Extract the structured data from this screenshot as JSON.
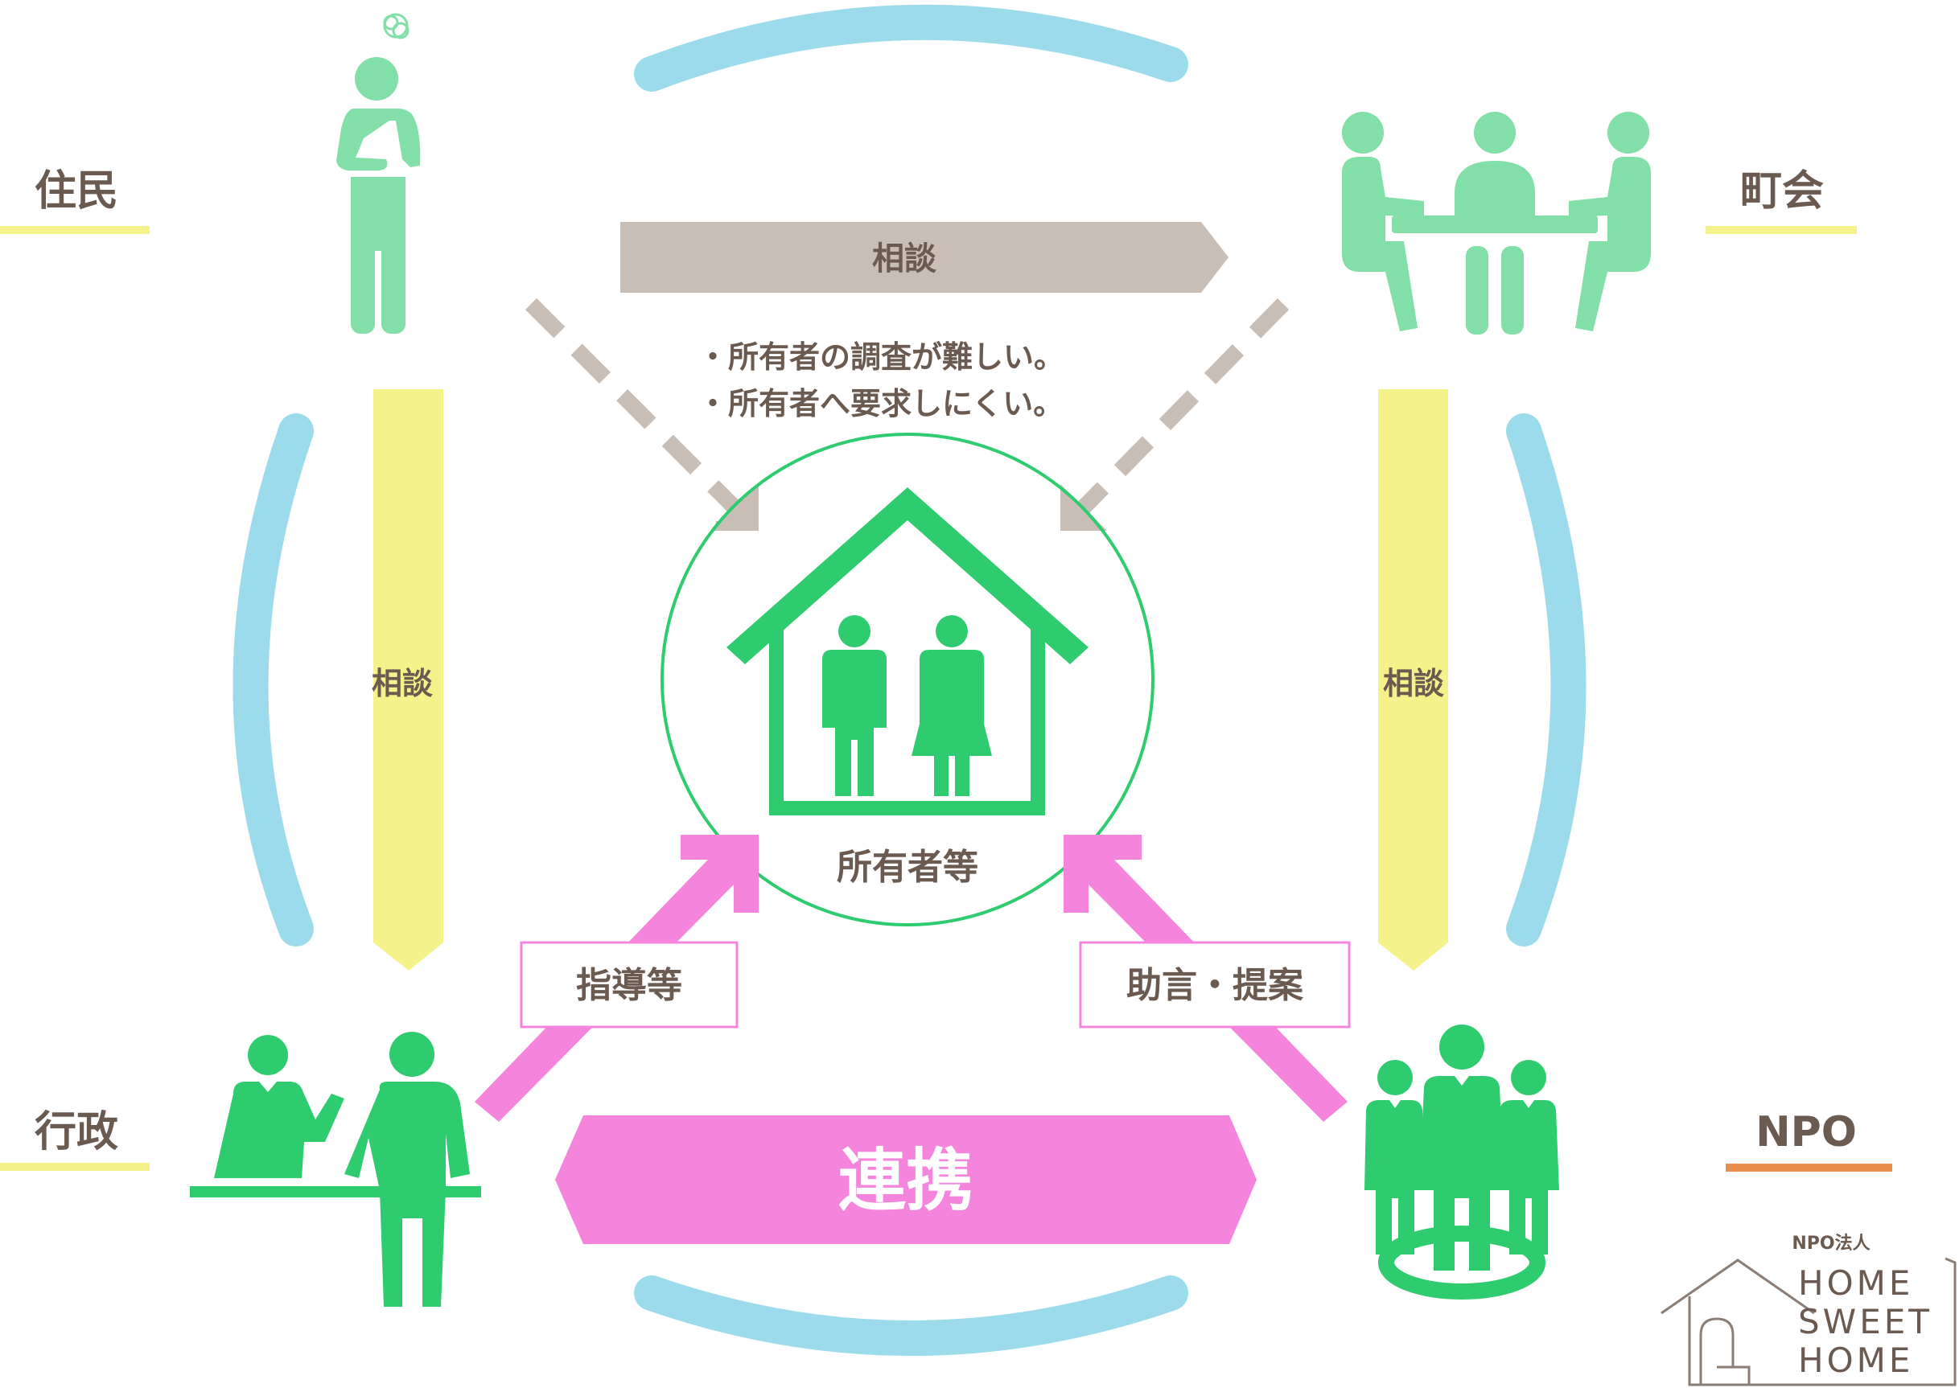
{
  "actors": {
    "resident": {
      "label": "住民"
    },
    "town_association": {
      "label": "町会"
    },
    "administration": {
      "label": "行政"
    },
    "npo": {
      "label": "NPO"
    },
    "owners": {
      "label": "所有者等"
    }
  },
  "flows": {
    "top_consult": "相談",
    "left_consult": "相談",
    "right_consult": "相談",
    "guidance": "指導等",
    "advice": "助言・提案",
    "cooperation": "連携"
  },
  "issues": [
    "・所有者の調査が難しい。",
    "・所有者へ要求しにくい。"
  ],
  "logo": {
    "tag": "NPO法人",
    "line1": "HOME",
    "line2": "SWEET",
    "line3": "HOME"
  },
  "colors": {
    "green": "#2ecb6f",
    "light_green": "#82dfa8",
    "blue": "#9bdbec",
    "yellow": "#f5f28c",
    "pink": "#f584dd",
    "taupe": "#c9beb6",
    "text": "#6b5a50",
    "npo_underline": "#e98f4e"
  }
}
